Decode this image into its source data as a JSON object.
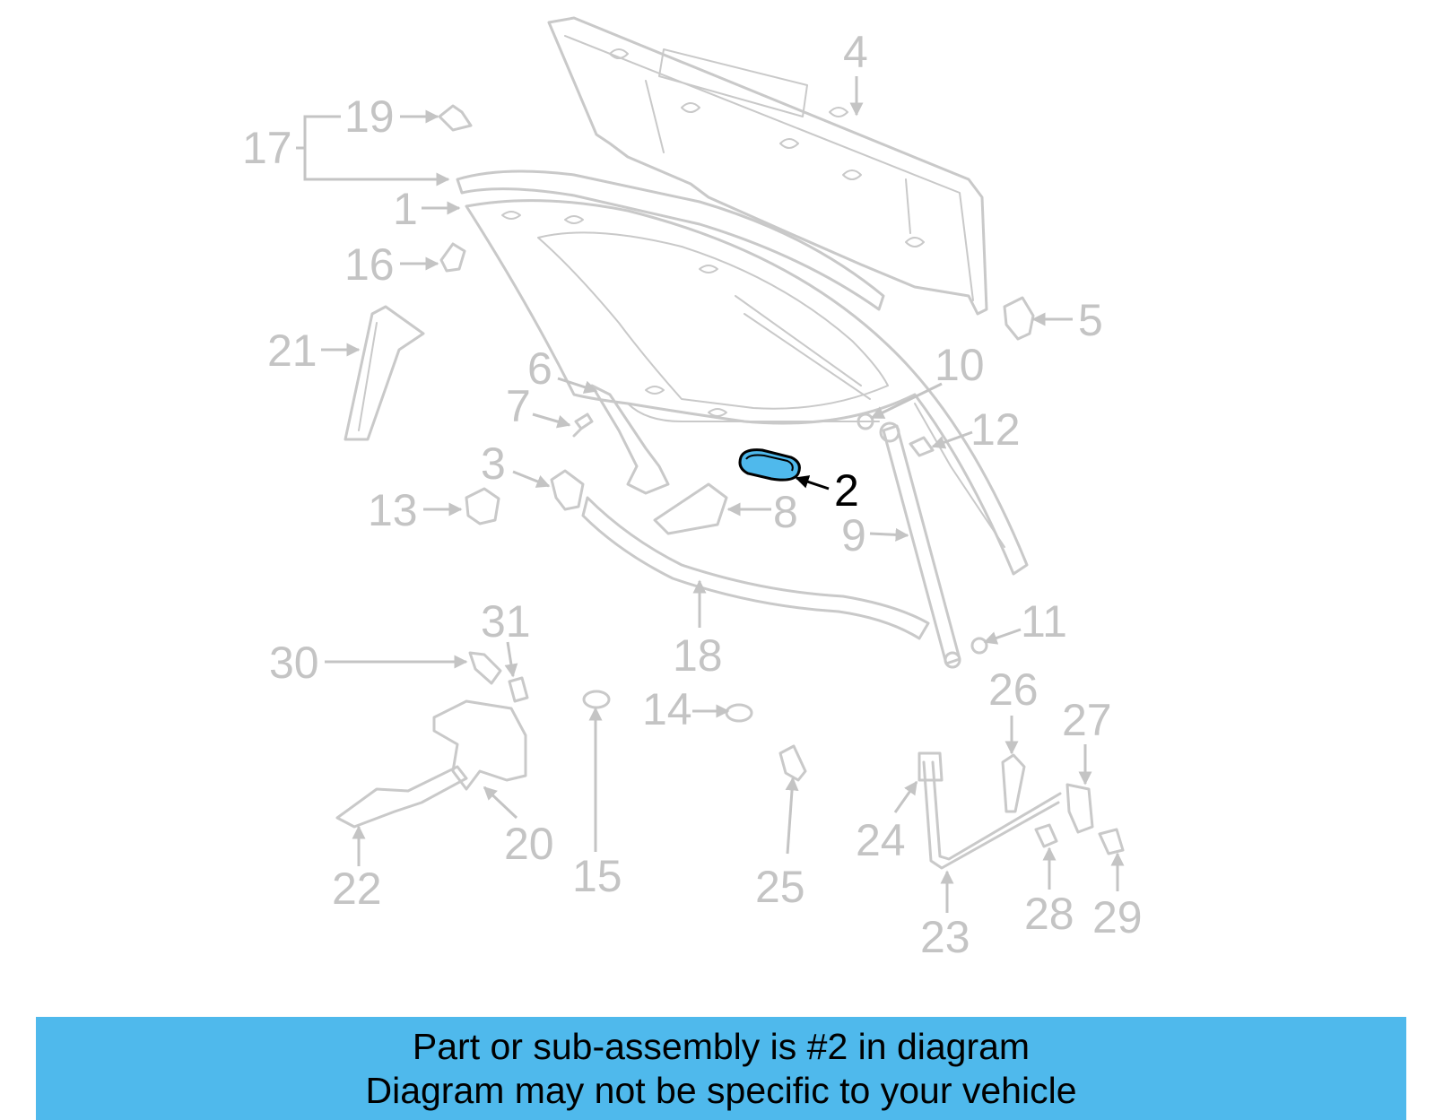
{
  "diagram": {
    "highlight_part": "2",
    "highlight_color": "#4fb9ec",
    "callouts": [
      "1",
      "2",
      "3",
      "4",
      "5",
      "6",
      "7",
      "8",
      "9",
      "10",
      "11",
      "12",
      "13",
      "14",
      "15",
      "16",
      "17",
      "18",
      "19",
      "20",
      "21",
      "22",
      "23",
      "24",
      "25",
      "26",
      "27",
      "28",
      "29",
      "30",
      "31"
    ]
  },
  "banner": {
    "line1": "Part or sub-assembly is #2 in diagram",
    "line2": "Diagram may not be specific to your vehicle",
    "background": "#4fb9ec"
  }
}
